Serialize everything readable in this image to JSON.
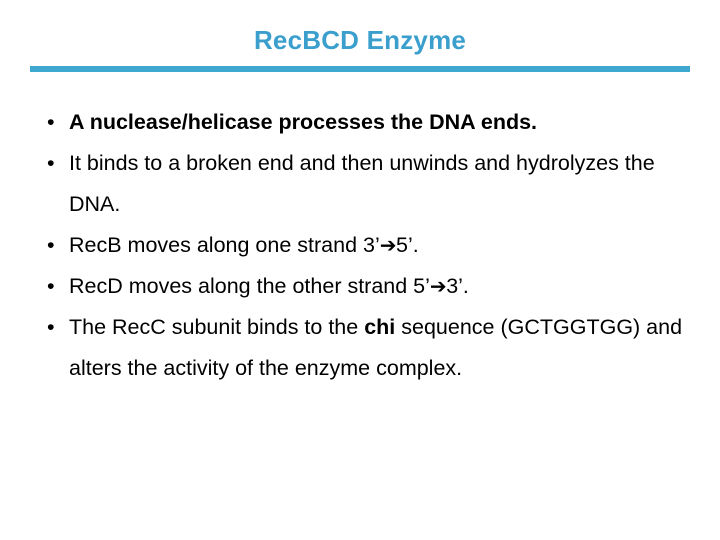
{
  "slide": {
    "title": "RecBCD Enzyme",
    "accent_color": "#3fa8ce",
    "title_color": "#3a9fcd",
    "text_color": "#000000",
    "background_color": "#ffffff",
    "bullet_glyph": "•",
    "arrow_glyph": "➔",
    "bullets": [
      {
        "id": "bullet-nuclease-helicase",
        "bold": true,
        "text": "A nuclease/helicase processes the DNA ends."
      },
      {
        "id": "bullet-binds-unwinds",
        "bold": false,
        "text": "It binds to a broken end and then unwinds and hydrolyzes the DNA."
      },
      {
        "id": "bullet-recb-strand",
        "bold": false,
        "pre": "RecB moves along one strand 3’",
        "arrow": "➔",
        "post": "5’."
      },
      {
        "id": "bullet-recd-strand",
        "bold": false,
        "pre": "RecD moves along the other strand 5’",
        "arrow": "➔",
        "post": "3’."
      },
      {
        "id": "bullet-recc-chi",
        "bold": false,
        "pre": "The RecC subunit binds to the ",
        "emphasis": "chi",
        "post": " sequence (GCTGGTGG) and alters the activity of the enzyme complex."
      }
    ]
  }
}
